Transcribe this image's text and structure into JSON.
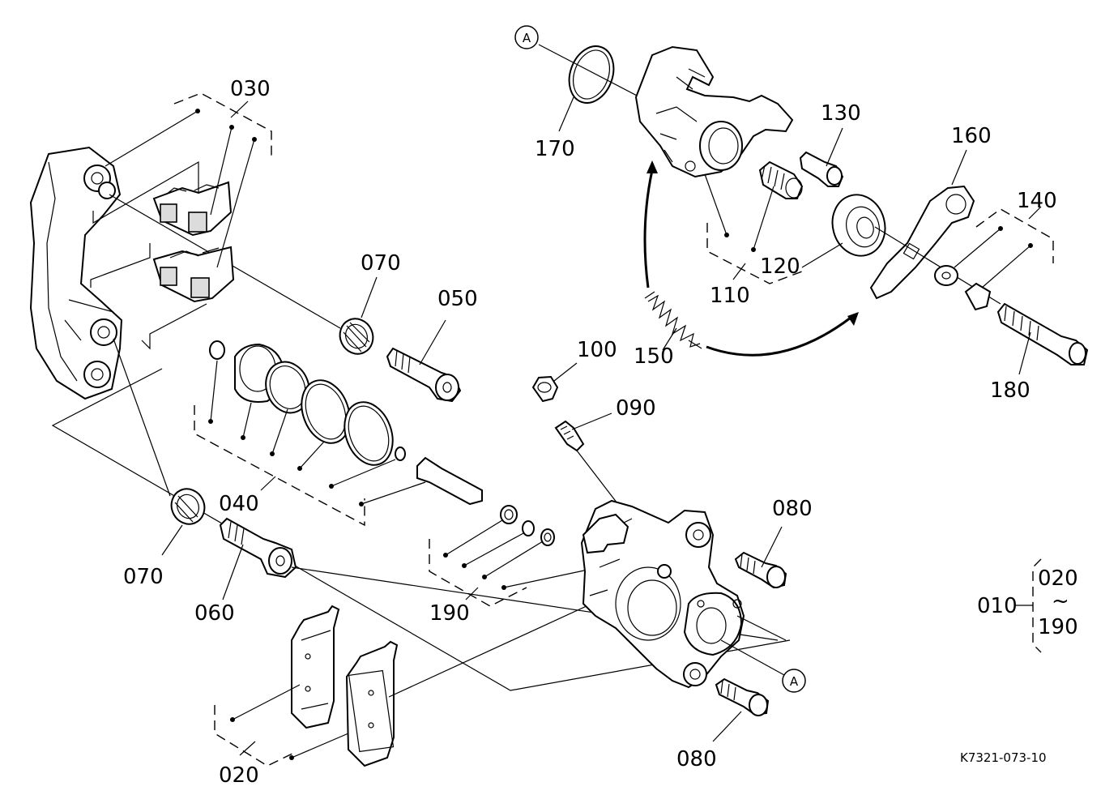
{
  "diagram": {
    "reference_code": "K7321-073-10",
    "callout_marker": "A",
    "assembly": {
      "label": "010",
      "range_start": "020",
      "range_sep": "~",
      "range_end": "190"
    },
    "labels": {
      "p020": "020",
      "p030": "030",
      "p040": "040",
      "p050": "050",
      "p060": "060",
      "p070a": "070",
      "p070b": "070",
      "p080a": "080",
      "p080b": "080",
      "p090": "090",
      "p100": "100",
      "p110": "110",
      "p120": "120",
      "p130": "130",
      "p140": "140",
      "p150": "150",
      "p160": "160",
      "p170": "170",
      "p180": "180",
      "p190": "190"
    }
  }
}
